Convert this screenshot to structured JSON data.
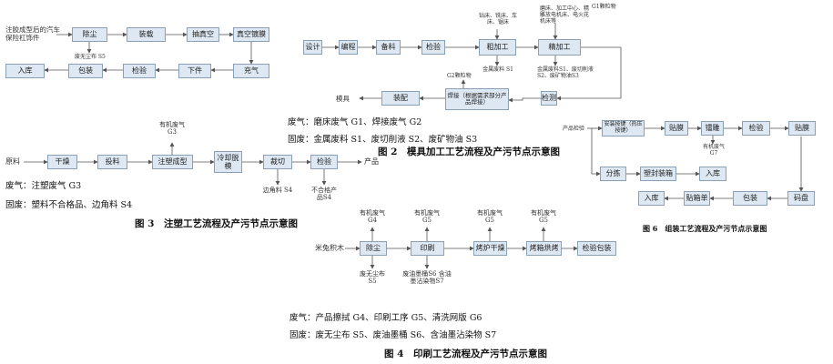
{
  "fig5": {
    "input_text": "注胶成型后的汽车保险杠饰件",
    "steps": [
      "除尘",
      "装载",
      "抽真空",
      "真空镀膜",
      "充气",
      "下件",
      "检验",
      "包装",
      "入库"
    ],
    "dust_waste": "废无尘布 S5"
  },
  "fig2": {
    "steps": [
      "设计",
      "编程",
      "备料",
      "检验",
      "粗加工",
      "精加工",
      "检测",
      "焊接（根据需求部分产品焊接）",
      "装配",
      "模具"
    ],
    "rough_machines": "钻床、铣床、车床、锯床",
    "finish_machines": "磨床、加工中心、精雕放电机床、电火花机床等",
    "g1_label": "G1颗粒物",
    "rough_waste": "金属废料 S1",
    "finish_waste": "金属废料S1、废切削液S2、废矿物油S3",
    "weld_gas": "G2颗粒物",
    "gas_note": "废气：磨床废气 G1、焊接废气 G2",
    "solid_note": "固废：金属废料 S1、废切削液 S2、废矿物油 S3",
    "caption": "图 2　模具加工工艺流程及产污节点示意图"
  },
  "fig3": {
    "raw": "原料",
    "steps": [
      "干燥",
      "投料",
      "注塑成型",
      "冷却脱模",
      "裁切",
      "检验"
    ],
    "product": "产品",
    "gas_node": "有机废气 G3",
    "trim_waste": "边角料 S4",
    "reject_waste": "不合格产品S4",
    "gas_note": "废气：注塑废气 G3",
    "solid_note": "固废：塑料不合格品、边角料 S4",
    "caption": "图 3　注塑工艺流程及产污节点示意图"
  },
  "fig4": {
    "raw": "米兔积木",
    "steps": [
      "除尘",
      "印刷",
      "烤炉干燥",
      "烤箱烘烤",
      "检验包装"
    ],
    "gas_labels": [
      "有机废气 G4",
      "有机废气 G5",
      "有机废气 G5",
      "有机废气 G5"
    ],
    "dust_waste": "废无尘布 S5",
    "print_waste": "废油墨桶S6 含油墨沾染物S7",
    "gas_note": "废气：产品擦拭 G4、印刷工序 G5、清洗网版 G6",
    "solid_note": "固废：废无尘布 S5、废油墨桶 S6、含油墨沾染物 S7",
    "caption": "图 4　印刷工艺流程及产污节点示意图"
  },
  "fig6": {
    "incoming": "产品检验",
    "steps": [
      "安装按键（热压按键）",
      "贴膜",
      "镭雕",
      "检验",
      "贴膜",
      "码盘",
      "包装",
      "贴箱单",
      "入库"
    ],
    "branch": [
      "分拣",
      "塑封装箱",
      "入库"
    ],
    "gas": "有机废气 G7",
    "caption": "图 6　组装工艺流程及产污节点示意图"
  }
}
